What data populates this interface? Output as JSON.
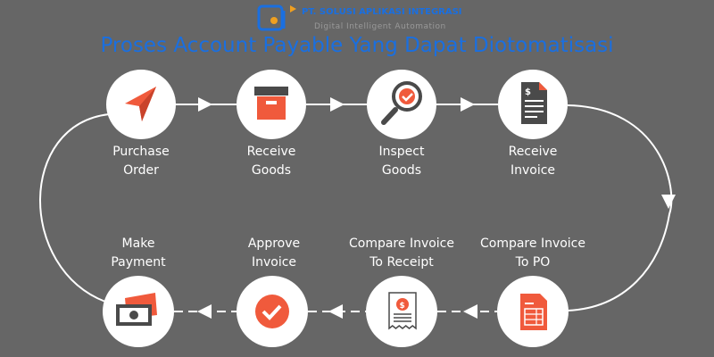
{
  "header": {
    "company": "PT. SOLUSI APLIKASI INTEGRASI",
    "tagline": "Digital Intelligent Automation",
    "title": "Proses Account Payable Yang Dapat Diotomatisasi"
  },
  "colors": {
    "background": "#666666",
    "accent": "#f05a3c",
    "icon_dark": "#4a4a4a",
    "title": "#1a6fe0"
  },
  "steps": [
    {
      "line1": "Purchase",
      "line2": "Order",
      "icon": "paper-plane-icon"
    },
    {
      "line1": "Receive",
      "line2": "Goods",
      "icon": "box-icon"
    },
    {
      "line1": "Inspect",
      "line2": "Goods",
      "icon": "magnifier-check-icon"
    },
    {
      "line1": "Receive",
      "line2": "Invoice",
      "icon": "invoice-icon"
    },
    {
      "line1": "Compare Invoice",
      "line2": "To PO",
      "icon": "spreadsheet-icon"
    },
    {
      "line1": "Compare Invoice",
      "line2": "To Receipt",
      "icon": "receipt-icon"
    },
    {
      "line1": "Approve",
      "line2": "Invoice",
      "icon": "check-icon"
    },
    {
      "line1": "Make",
      "line2": "Payment",
      "icon": "money-icon"
    }
  ]
}
